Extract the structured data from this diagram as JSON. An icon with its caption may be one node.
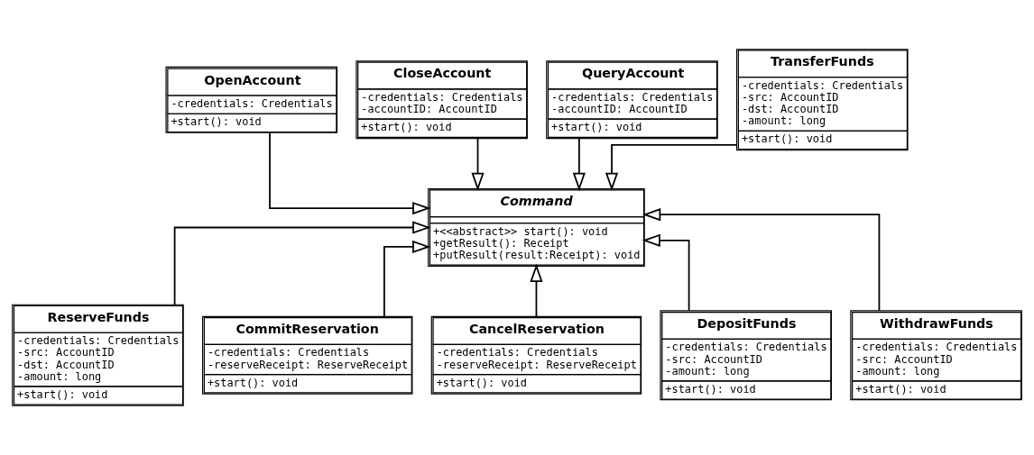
{
  "diagram": {
    "nodes": [
      {
        "text": [
          "OpenAccount",
          "-credentials: Credentials",
          "+start(): void"
        ]
      },
      {
        "text": [
          "CloseAccount",
          "-credentials: Credentials -accountID: AccountID",
          "+start(): void"
        ]
      },
      {
        "text": [
          "QueryAccount",
          "-credentials: Credentials -accountID: AccountID",
          "+start(): void"
        ]
      },
      {
        "text": [
          "TransferFunds",
          "-credentials: Credentials -src: AccountID -dst: AccountID -amount: long",
          "+start(): void"
        ]
      },
      {
        "text": [
          "Command",
          "+<<abstract>> start(): void +getResult(): Receipt +putResult(result:Receipt): void"
        ]
      },
      {
        "text": [
          "ReserveFunds",
          "-credentials: Credentials -src: AccountID -dst: AccountID -amount: long",
          "+start(): void"
        ]
      },
      {
        "text": [
          "CommitReservation",
          "-credentials: Credentials -reserveReceipt: ReserveReceipt",
          "+start(): void"
        ]
      },
      {
        "text": [
          "CancelReservation",
          "-credentials: Credentials -reserveReceipt: ReserveReceipt",
          "+start(): void"
        ]
      },
      {
        "text": [
          "DepositFunds",
          "-credentials: Credentials -src: AccountID -amount: long",
          "+start(): void"
        ]
      },
      {
        "text": [
          "WithdrawFunds",
          "-credentials: Credentials -src: AccountID -amount: long",
          "+start(): void"
        ]
      }
    ],
    "edges": [
      {
        "from": 0,
        "to": 4,
        "arrow": "to"
      },
      {
        "from": 1,
        "to": 4,
        "arrow": "to"
      },
      {
        "from": 2,
        "to": 4,
        "arrow": "to"
      },
      {
        "from": 3,
        "to": 4,
        "arrow": "to"
      },
      {
        "from": 5,
        "to": 4,
        "arrow": "to"
      },
      {
        "from": 6,
        "to": 4,
        "arrow": "to"
      },
      {
        "from": 7,
        "to": 4,
        "arrow": "to"
      },
      {
        "from": 8,
        "to": 4,
        "arrow": "to"
      },
      {
        "from": 9,
        "to": 4,
        "arrow": "to"
      }
    ]
  }
}
